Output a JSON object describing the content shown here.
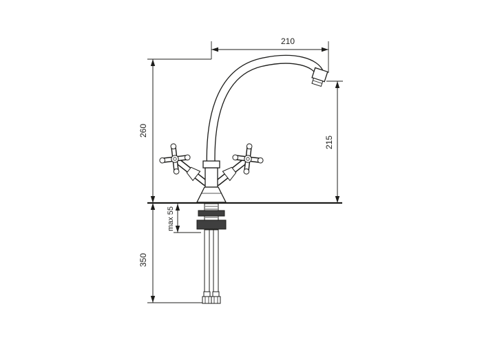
{
  "colors": {
    "line": "#1d1d1b",
    "background": "#ffffff",
    "hardware_fill": "#3f3f3f"
  },
  "dimensions": {
    "top": {
      "label": "210"
    },
    "left": {
      "label": "260"
    },
    "right": {
      "label": "215"
    },
    "mount": {
      "label": "max 55"
    },
    "bottom": {
      "label": "350"
    }
  }
}
